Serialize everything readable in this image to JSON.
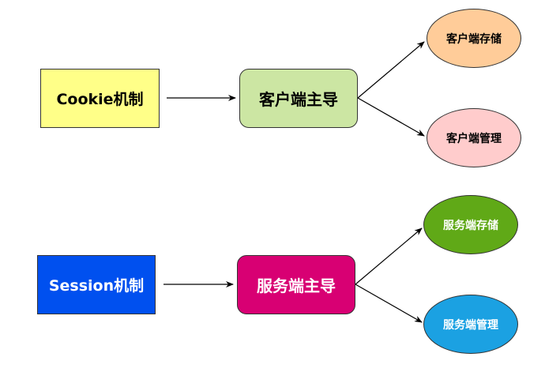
{
  "cookie": {
    "mechanism": "Cookie机制",
    "dominant": "客户端主导",
    "storage": "客户端存储",
    "management": "客户端管理"
  },
  "session": {
    "mechanism": "Session机制",
    "dominant": "服务端主导",
    "storage": "服务端存储",
    "management": "服务端管理"
  },
  "colors": {
    "cookie_mechanism": "#ffff88",
    "client_dominant": "#cce6a3",
    "client_storage": "#ffcc99",
    "client_management": "#ffcccc",
    "session_mechanism": "#0050ef",
    "server_dominant": "#d80073",
    "server_storage": "#60a917",
    "server_management": "#1ba1e2"
  }
}
